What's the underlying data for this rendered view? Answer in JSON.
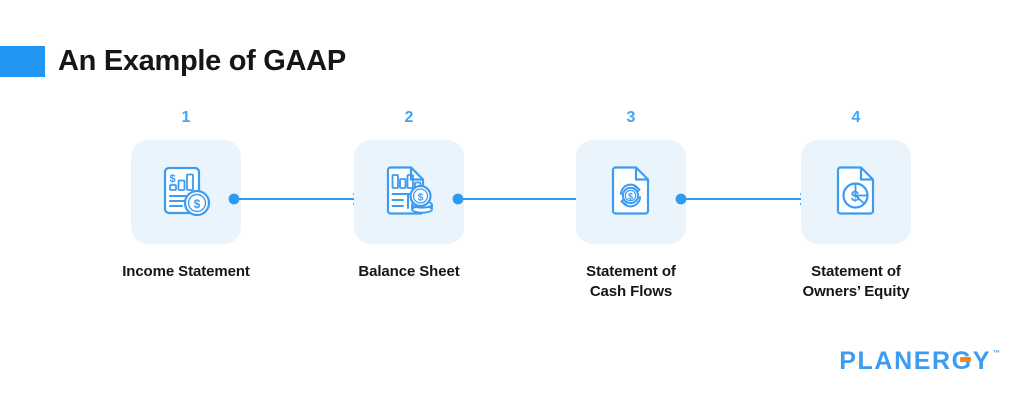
{
  "header": {
    "title": "An Example of GAAP",
    "accent_color": "#2196F3"
  },
  "theme": {
    "primary_blue": "#2196F3",
    "icon_blue": "#3D9BF0",
    "number_blue": "#41A4F5",
    "card_background": "#EAF4FD",
    "text_dark": "#15161a",
    "logo_accent_orange": "#F6861F",
    "page_background": "#FFFFFF"
  },
  "flow": {
    "steps": [
      {
        "number": "1",
        "label": "Income Statement",
        "icon": "income-statement-document-icon"
      },
      {
        "number": "2",
        "label": "Balance Sheet",
        "icon": "balance-sheet-document-coins-icon"
      },
      {
        "number": "3",
        "label": "Statement of\nCash Flows",
        "icon": "cash-flow-circular-arrows-document-icon"
      },
      {
        "number": "4",
        "label": "Statement of\nOwners’ Equity",
        "icon": "owners-equity-pie-chart-document-icon"
      }
    ],
    "connectors": [
      {
        "from": "1",
        "to": "2"
      },
      {
        "from": "2",
        "to": "3"
      },
      {
        "from": "3",
        "to": "4"
      }
    ]
  },
  "logo": {
    "word": "PLANERGY",
    "trademark": "™"
  }
}
